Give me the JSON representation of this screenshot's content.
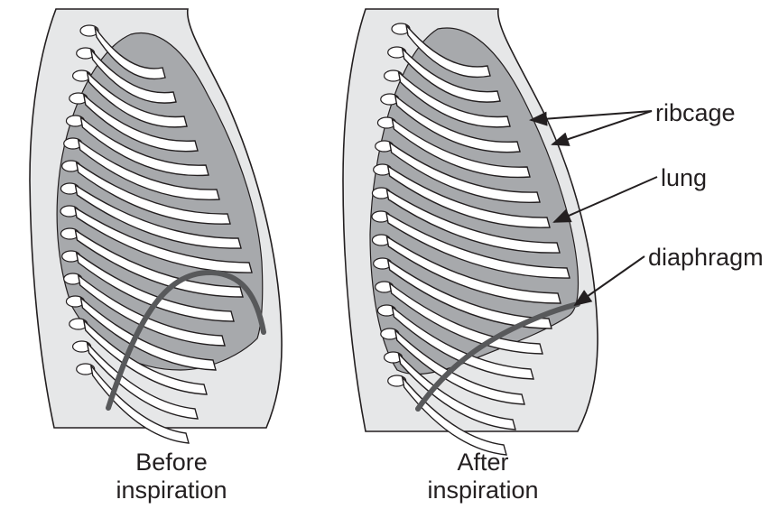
{
  "captions": {
    "before": [
      "Before",
      "inspiration"
    ],
    "after": [
      "After",
      "inspiration"
    ]
  },
  "labels": {
    "ribcage": "ribcage",
    "lung": "lung",
    "diaphragm": "diaphragm"
  },
  "colors": {
    "torso": "#e6e7e8",
    "lung": "#a7a9ac",
    "rib": "#ffffff",
    "outline": "#231f20",
    "diaphragm": "#58595b"
  }
}
